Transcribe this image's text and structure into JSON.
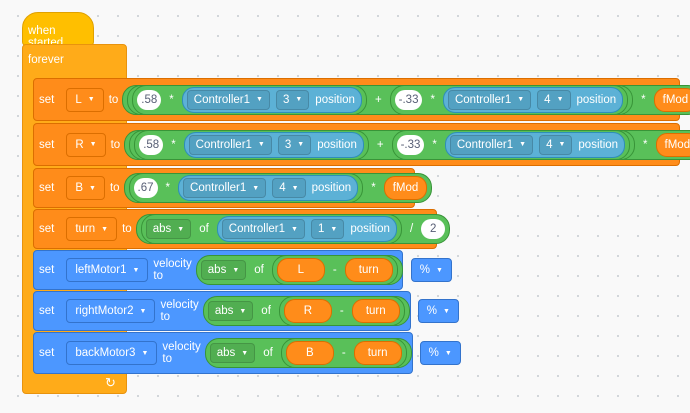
{
  "hat": {
    "label": "when started"
  },
  "forever": {
    "label": "forever",
    "arrow": "↻"
  },
  "set_L": {
    "set": "set",
    "var": "L",
    "to": "to",
    "c1": ".58",
    "times1": "*",
    "s1": {
      "controller": "Controller1",
      "axis": "3",
      "prop": "position"
    },
    "plus": "+",
    "c2": "-.33",
    "times2": "*",
    "s2": {
      "controller": "Controller1",
      "axis": "4",
      "prop": "position"
    },
    "times3": "*",
    "mod": "fMod"
  },
  "set_R": {
    "set": "set",
    "var": "R",
    "to": "to",
    "c1": ".58",
    "times1": "*",
    "s1": {
      "controller": "Controller1",
      "axis": "3",
      "prop": "position"
    },
    "plus": "+",
    "c2": "-.33",
    "times2": "*",
    "s2": {
      "controller": "Controller1",
      "axis": "4",
      "prop": "position"
    },
    "times3": "*",
    "mod": "fMod"
  },
  "set_B": {
    "set": "set",
    "var": "B",
    "to": "to",
    "c1": ".67",
    "times1": "*",
    "s1": {
      "controller": "Controller1",
      "axis": "4",
      "prop": "position"
    },
    "times2": "*",
    "mod": "fMod"
  },
  "set_turn": {
    "set": "set",
    "var": "turn",
    "to": "to",
    "fn": "abs",
    "of": "of",
    "s1": {
      "controller": "Controller1",
      "axis": "1",
      "prop": "position"
    },
    "div": "/",
    "divisor": "2"
  },
  "motor1": {
    "set": "set",
    "motor": "leftMotor1",
    "velocity_to": "velocity to",
    "fn": "abs",
    "of": "of",
    "a": "L",
    "minus": "-",
    "b": "turn",
    "unit": "%"
  },
  "motor2": {
    "set": "set",
    "motor": "rightMotor2",
    "velocity_to": "velocity to",
    "fn": "abs",
    "of": "of",
    "a": "R",
    "minus": "-",
    "b": "turn",
    "unit": "%"
  },
  "motor3": {
    "set": "set",
    "motor": "backMotor3",
    "velocity_to": "velocity to",
    "fn": "abs",
    "of": "of",
    "a": "B",
    "minus": "-",
    "b": "turn",
    "unit": "%"
  }
}
